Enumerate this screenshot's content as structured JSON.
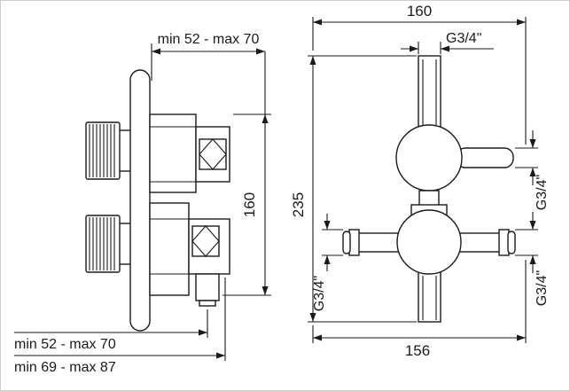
{
  "drawing": {
    "side_view": {
      "dim_depth_top": "min 52 - max 70",
      "dim_height": "160",
      "dim_depth_bottom_1": "min 52 - max 70",
      "dim_depth_bottom_2": "min 69 - max 87"
    },
    "front_view": {
      "dim_width_top": "160",
      "dim_height": "235",
      "dim_width_bottom": "156",
      "thread_top": "G3/4\"",
      "thread_right_upper": "G3/4\"",
      "thread_right_lower": "G3/4\"",
      "thread_left_lower": "G3/4\""
    },
    "colors": {
      "line": "#1a1a1a",
      "background": "#ffffff"
    }
  }
}
